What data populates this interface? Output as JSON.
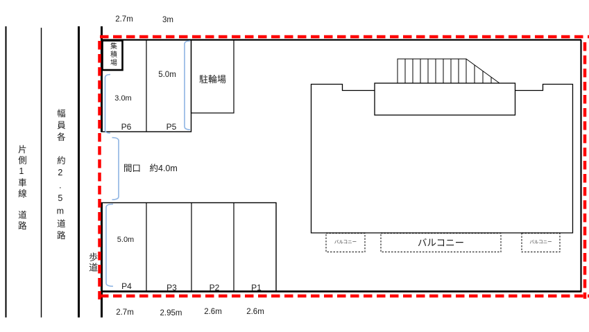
{
  "colors": {
    "outline": "#000000",
    "boundary_dashed": "#ff0000",
    "bracket_blue": "#8eb4e3"
  },
  "roads": {
    "lane_label": "片側1車線　道路",
    "width_label": "幅員各　約2.5m道路",
    "sidewalk_label": "歩道"
  },
  "upper_parking": {
    "waste_station": "集積場",
    "bike_parking": "駐輪場",
    "spaces": [
      {
        "label": "P6",
        "depth": "3.0m",
        "width": "2.7m"
      },
      {
        "label": "P5",
        "depth": "5.0m",
        "width": "3m"
      }
    ]
  },
  "entrance": {
    "label": "間口　約4.0m"
  },
  "lower_parking": {
    "depth": "5.0m",
    "spaces": [
      {
        "label": "P4",
        "width": "2.7m"
      },
      {
        "label": "P3",
        "width": "2.95m"
      },
      {
        "label": "P2",
        "width": "2.6m"
      },
      {
        "label": "P1",
        "width": "2.6m"
      }
    ]
  },
  "building": {
    "balconies": [
      "バルコニー",
      "バルコニー",
      "バルコニー"
    ]
  }
}
